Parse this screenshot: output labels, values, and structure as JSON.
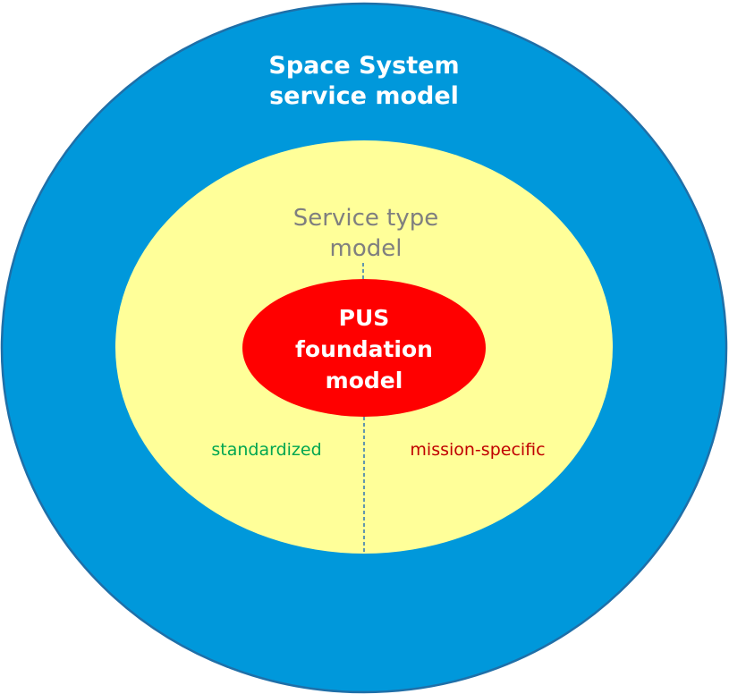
{
  "outer": {
    "line1": "Space System",
    "line2": "service model",
    "fill": "#0098DB",
    "stroke": "#1F6FA8",
    "text_color": "#FFFFFF"
  },
  "middle": {
    "line1": "Service type",
    "line2": "model",
    "fill": "#FFFF99",
    "text_color": "#7F7F7F"
  },
  "inner": {
    "line1": "PUS",
    "line2": "foundation",
    "line3": "model",
    "fill": "#FF0000",
    "text_color": "#FFFFFF"
  },
  "segments": {
    "left": {
      "label": "standardized",
      "color": "#00A651"
    },
    "right": {
      "label": "mission-specific",
      "color": "#C00000"
    }
  },
  "divider": {
    "color": "#2E75B6"
  }
}
